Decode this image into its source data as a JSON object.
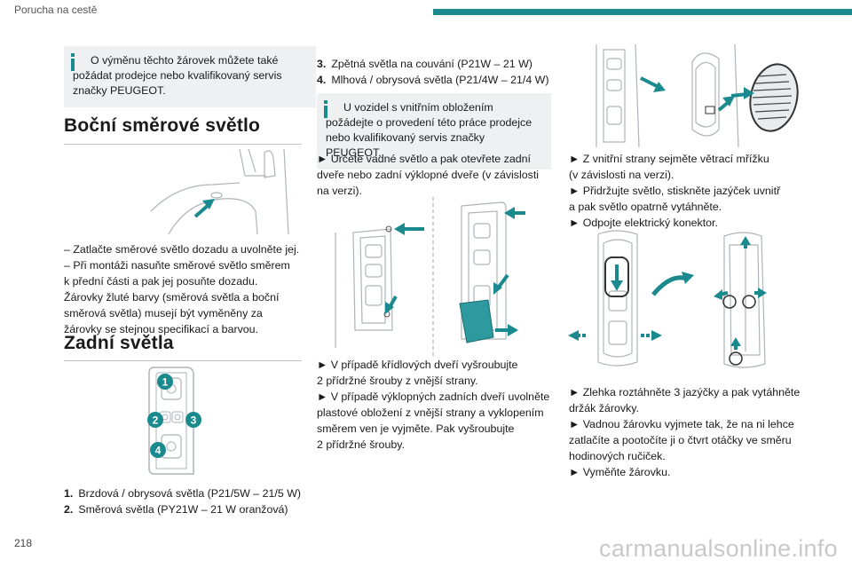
{
  "header": {
    "title": "Porucha na cestě",
    "accent_color": "#1a8a8f"
  },
  "page_number": "218",
  "watermark": "carmanualsonline.info",
  "col1": {
    "note": "O výměnu těchto žárovek můžete také požádat prodejce nebo kvalifikovaný servis značky PEUGEOT.",
    "section1_title": "Boční směrové světlo",
    "section1_lines": [
      "– Zatlačte směrové světlo dozadu a uvolněte jej.",
      "– Při montáži nasuňte směrové světlo směrem",
      "k přední části a pak jej posuňte dozadu.",
      "Žárovky žluté barvy (směrová světla a boční",
      "směrová světla) musejí být vyměněny za",
      "žárovky se stejnou specifikací a barvou."
    ],
    "section2_title": "Zadní světla",
    "lamp_labels": [
      "1",
      "2",
      "3",
      "4"
    ],
    "list": [
      {
        "num": "1.",
        "text": "Brzdová / obrysová světla (P21/5W – 21/5 W)"
      },
      {
        "num": "2.",
        "text": "Směrová světla (PY21W – 21 W oranžová)"
      }
    ]
  },
  "col2": {
    "list": [
      {
        "num": "3.",
        "text": "Zpětná světla na couvání (P21W – 21 W)"
      },
      {
        "num": "4.",
        "text": "Mlhová / obrysová světla (P21/4W – 21/4 W)"
      }
    ],
    "note": "U vozidel s vnitřním obložením požádejte o provedení této práce prodejce nebo kvalifikovaný servis značky PEUGEOT.",
    "step_lines": [
      "► Určete vadné světlo a pak otevřete zadní",
      "dveře nebo zadní výklopné dveře (v závislosti",
      "na verzi)."
    ],
    "lower_lines": [
      "► V případě křídlových dveří vyšroubujte",
      "2 přídržné šrouby z vnější strany.",
      "► V případě výklopných zadních dveří uvolněte",
      "plastové obložení z vnější strany a vyklopením",
      "směrem ven je vyjměte. Pak vyšroubujte",
      "2 přídržné šrouby."
    ]
  },
  "col3": {
    "upper_lines": [
      "► Z vnitřní strany sejměte větrací mřížku",
      "(v závislosti na verzi).",
      "► Přidržujte světlo, stiskněte jazýček uvnitř",
      "a pak světlo opatrně vytáhněte.",
      "► Odpojte elektrický konektor."
    ],
    "lower_lines": [
      "► Zlehka roztáhněte 3 jazýčky a pak vytáhněte",
      "držák žárovky.",
      "► Vadnou žárovku vyjmete tak, že na ni lehce",
      "zatlačíte a pootočíte ji o čtvrt otáčky ve směru",
      "hodinových ručiček.",
      "► Vyměňte žárovku."
    ]
  }
}
